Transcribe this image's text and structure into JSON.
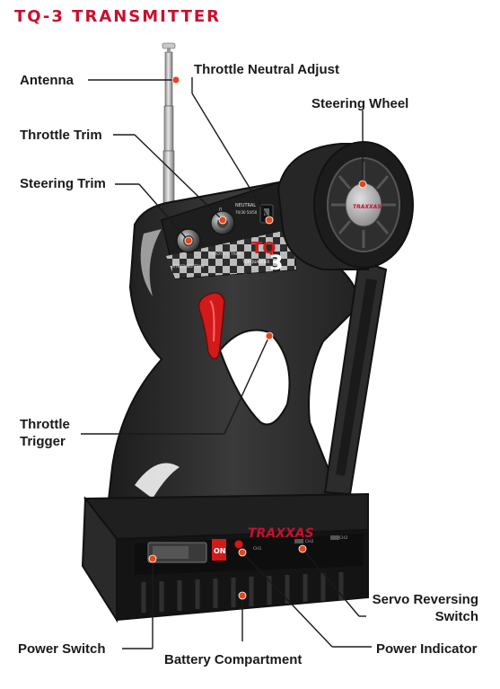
{
  "title": "TQ-3 TRANSMITTER",
  "labels": {
    "antenna": "Antenna",
    "throttle_neutral_adjust": "Throttle Neutral Adjust",
    "steering_wheel": "Steering Wheel",
    "throttle_trim": "Throttle Trim",
    "steering_trim": "Steering Trim",
    "throttle_trigger_line1": "Throttle",
    "throttle_trigger_line2": "Trigger",
    "servo_reversing_line1": "Servo Reversing",
    "servo_reversing_line2": "Switch",
    "power_switch": "Power Switch",
    "battery_compartment": "Battery Compartment",
    "power_indicator": "Power Indicator"
  },
  "device_text": {
    "brand": "TRAXXAS",
    "model": "TQ",
    "model_number": "3",
    "neutral_label": "NEUTRAL",
    "neutral_ratio": "70/30  50/50",
    "throttle_trim_label": "THROTTLE TRIM",
    "steering_trim_label": "STEERING TRIM",
    "tq_qualifier": "TOP QUALIFIER",
    "on_label": "ON",
    "ch1": "CH1",
    "ch2": "CH2",
    "trim_zero": "0"
  },
  "colors": {
    "title": "#c8102e",
    "callout_dot": "#e4471c",
    "body_dark": "#2b2b2b",
    "accent_red": "#d11a1a"
  }
}
